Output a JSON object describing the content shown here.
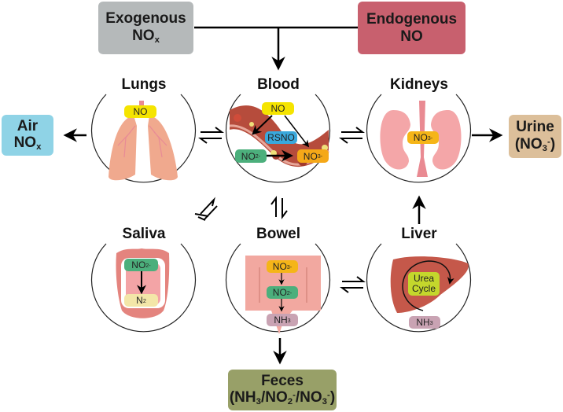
{
  "sources": {
    "exogenous": {
      "line1": "Exogenous",
      "line2": "NO",
      "sub": "x",
      "color": "#b5b9ba"
    },
    "endogenous": {
      "line1": "Endogenous",
      "line2": "NO",
      "color": "#c8606e"
    }
  },
  "organs": {
    "lungs": {
      "title": "Lungs",
      "species": [
        "NO"
      ]
    },
    "blood": {
      "title": "Blood",
      "species": [
        "NO",
        "RSNO",
        "NO2-",
        "NO3-"
      ]
    },
    "kidneys": {
      "title": "Kidneys",
      "species": [
        "NO3-"
      ]
    },
    "saliva": {
      "title": "Saliva",
      "species": [
        "NO2-",
        "N2"
      ]
    },
    "bowel": {
      "title": "Bowel",
      "species": [
        "NO3-",
        "NO2-",
        "NH3"
      ]
    },
    "liver": {
      "title": "Liver",
      "cycle_line1": "Urea",
      "cycle_line2": "Cycle",
      "species": [
        "NH3"
      ]
    }
  },
  "outputs": {
    "air": {
      "line1": "Air",
      "line2": "NO",
      "sub": "x",
      "color": "#8fd3e6"
    },
    "urine": {
      "line1": "Urine",
      "line2": "(NO3-)",
      "color": "#dcbf9a"
    },
    "feces": {
      "line1": "Feces",
      "line2": "(NH3/NO2-/NO3-)",
      "color": "#98a068"
    }
  },
  "labels": {
    "NO": "NO",
    "RSNO": "RSNO",
    "NO2": "NO",
    "NO3": "NO",
    "NH3": "NH",
    "N2": "N",
    "sub2": "2",
    "sub3": "3",
    "supminus": "-"
  },
  "colors": {
    "yellow": "#f5e400",
    "blue": "#3aa8dc",
    "green": "#4caf7c",
    "orange": "#f5a818",
    "mauve": "#c9a3b3",
    "lime": "#c4d72c",
    "cream": "#f3e6a8"
  }
}
